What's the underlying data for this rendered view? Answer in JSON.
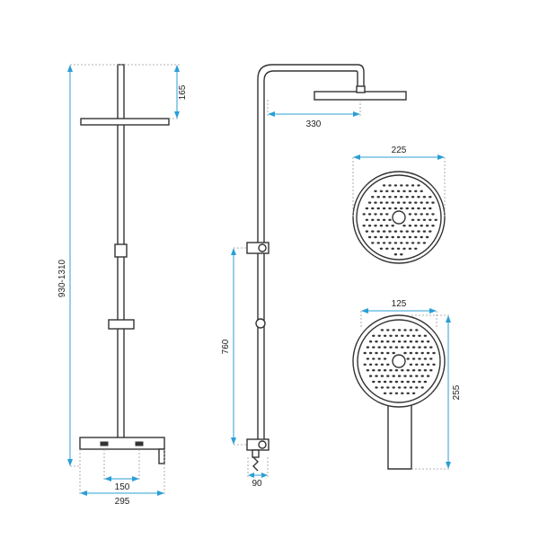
{
  "dimensions": {
    "total_height": "930-1310",
    "head_height": "165",
    "arm_reach": "330",
    "head_diameter": "225",
    "mixer_spacing": "150",
    "mixer_width": "295",
    "outlet_height": "760",
    "outlet_depth": "90",
    "hand_width": "125",
    "hand_length": "255"
  },
  "colors": {
    "dimension_line": "#2a9fd6",
    "outline": "#333333",
    "extension_line": "#9a9a9a"
  }
}
